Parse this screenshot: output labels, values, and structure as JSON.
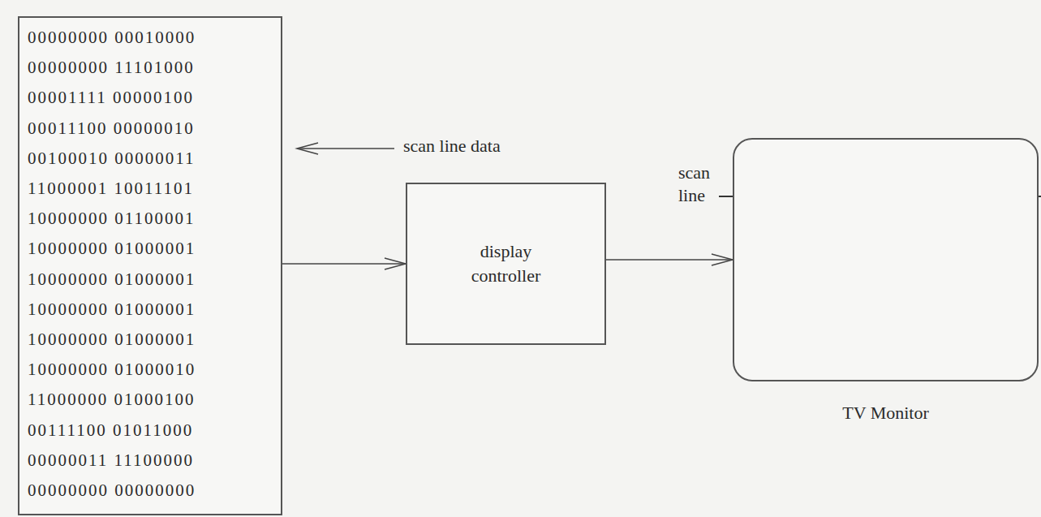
{
  "diagram": {
    "nodes": [
      {
        "text": [
          "00000000 00010000",
          "00000000 11101000",
          "00001111 00000100",
          "00011100 00000010",
          "00100010 00000011",
          "11000001 10011101",
          "10000000 01100001",
          "10000000 01000001",
          "10000000 01000001",
          "10000000 01000001",
          "10000000 01000001",
          "10000000 01000010",
          "11000000 01000100",
          "00111100 01011000",
          "00000011 11100000",
          "00000000 00000000"
        ]
      },
      {
        "text": [
          "display controller"
        ]
      },
      {
        "text": [
          "TV Monitor"
        ]
      }
    ],
    "edges": [
      {
        "from": 0,
        "to": 1,
        "arrow": "to"
      },
      {
        "from": 1,
        "to": 2,
        "arrow": "to"
      }
    ],
    "labels": [
      "scan line data",
      "scan line"
    ]
  }
}
